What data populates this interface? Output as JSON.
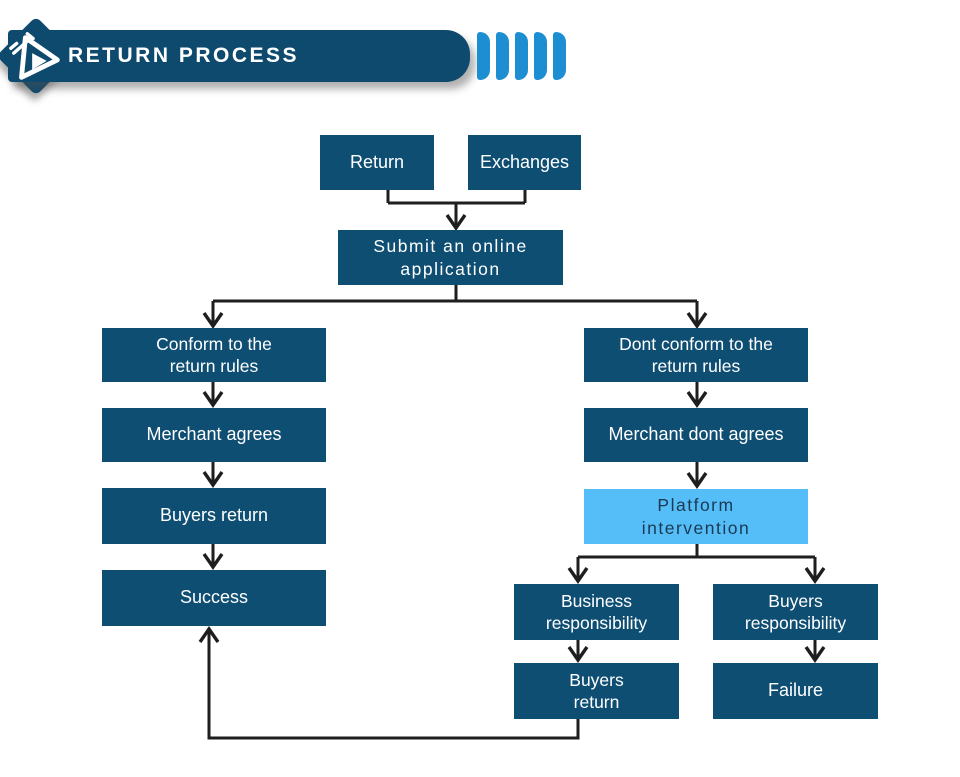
{
  "header": {
    "title": "RETURN PROCESS",
    "chevron_count": 5,
    "colors": {
      "banner": "#0e4a6e",
      "chevron": "#1e8ed3",
      "title_text": "#ffffff"
    }
  },
  "colors": {
    "node_fill": "#0f4e73",
    "node_text": "#ffffff",
    "highlight_fill": "#55bdf8",
    "highlight_text": "#1b3a52",
    "connector": "#1e1e1e",
    "background": "#ffffff"
  },
  "flowchart": {
    "nodes": {
      "return": {
        "label": "Return"
      },
      "exchanges": {
        "label": "Exchanges"
      },
      "submit": {
        "line1": "Submit an online",
        "line2": "application"
      },
      "conform": {
        "line1": "Conform to the",
        "line2": "return rules"
      },
      "merchant_agrees": {
        "label": "Merchant agrees"
      },
      "buyers_return_left": {
        "label": "Buyers return"
      },
      "success": {
        "label": "Success"
      },
      "dont_conform": {
        "line1": "Dont conform to the",
        "line2": "return rules"
      },
      "merchant_dont_agrees": {
        "label": "Merchant dont agrees"
      },
      "platform_intervention": {
        "line1": "Platform",
        "line2": "intervention"
      },
      "business_responsibility": {
        "line1": "Business",
        "line2": "responsibility"
      },
      "buyers_responsibility": {
        "line1": "Buyers",
        "line2": "responsibility"
      },
      "buyers_return_bottom": {
        "line1": "Buyers",
        "line2": "return"
      },
      "failure": {
        "label": "Failure"
      }
    },
    "edges": [
      "Return -> Submit an online application",
      "Exchanges -> Submit an online application",
      "Submit an online application -> Conform to the return rules",
      "Submit an online application -> Dont conform to the return rules",
      "Conform to the return rules -> Merchant agrees",
      "Merchant agrees -> Buyers return",
      "Buyers return -> Success",
      "Dont conform to the return rules -> Merchant dont agrees",
      "Merchant dont agrees -> Platform intervention",
      "Platform intervention -> Business responsibility",
      "Platform intervention -> Buyers responsibility",
      "Business responsibility -> Buyers return",
      "Buyers responsibility -> Failure",
      "Buyers return (bottom) -> Success"
    ]
  }
}
